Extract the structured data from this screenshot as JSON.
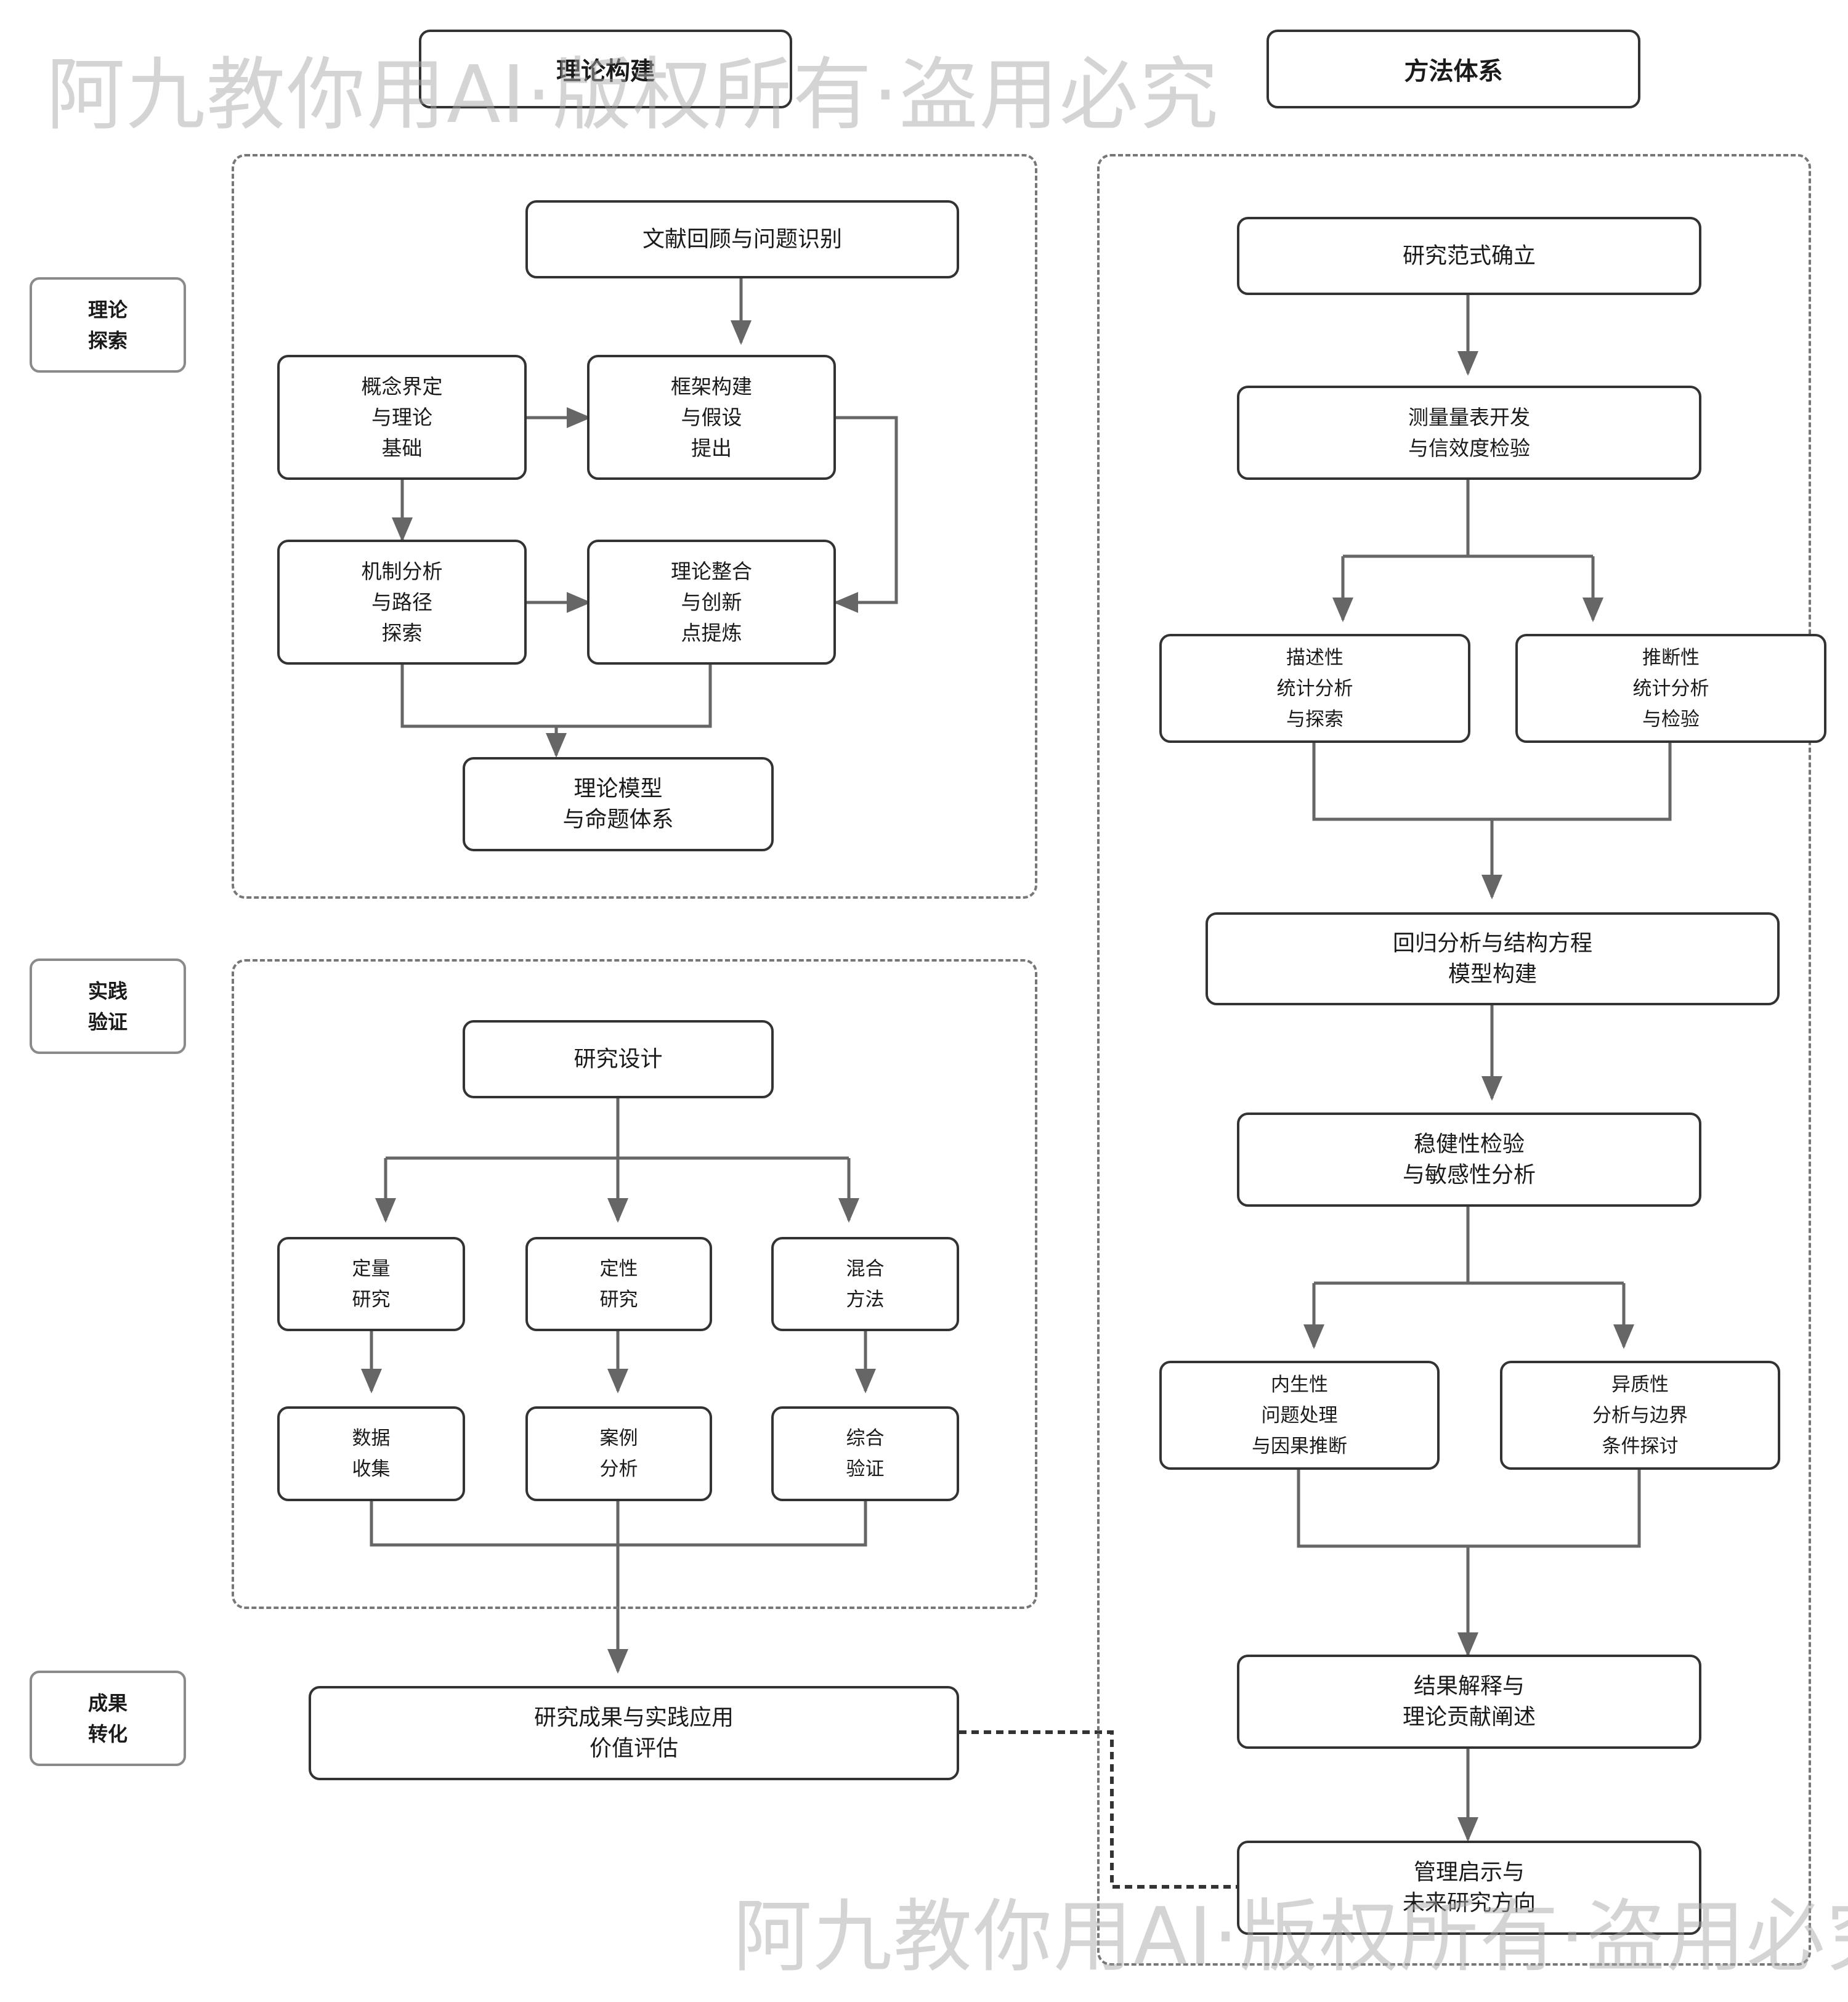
{
  "watermark": "阿九教你用AI·版权所有·盗用必究",
  "headers": {
    "theory": "理论构建",
    "method": "方法体系"
  },
  "phases": {
    "explore": "理论\n探索",
    "verify": "实践\n验证",
    "transform": "成果\n转化"
  },
  "theory": {
    "literature": "文献回顾与问题识别",
    "concept": "概念界定\n与理论\n基础",
    "framework": "框架构建\n与假设\n提出",
    "mechanism": "机制分析\n与路径\n探索",
    "integration": "理论整合\n与创新\n点提炼",
    "model": "理论模型\n与命题体系"
  },
  "practice": {
    "design": "研究设计",
    "quant": "定量\n研究",
    "qual": "定性\n研究",
    "mixed": "混合\n方法",
    "data": "数据\n收集",
    "case": "案例\n分析",
    "synth": "综合\n验证"
  },
  "outcome": {
    "value": "研究成果与实践应用\n价值评估"
  },
  "method": {
    "paradigm": "研究范式确立",
    "scale": "测量量表开发\n与信效度检验",
    "descriptive": "描述性\n统计分析\n与探索",
    "inferential": "推断性\n统计分析\n与检验",
    "regression": "回归分析与结构方程\n模型构建",
    "robust": "稳健性检验\n与敏感性分析",
    "endogeneity": "内生性\n问题处理\n与因果推断",
    "heterogeneity": "异质性\n分析与边界\n条件探讨",
    "interpretation": "结果解释与\n理论贡献阐述",
    "implication": "管理启示与\n未来研究方向"
  }
}
